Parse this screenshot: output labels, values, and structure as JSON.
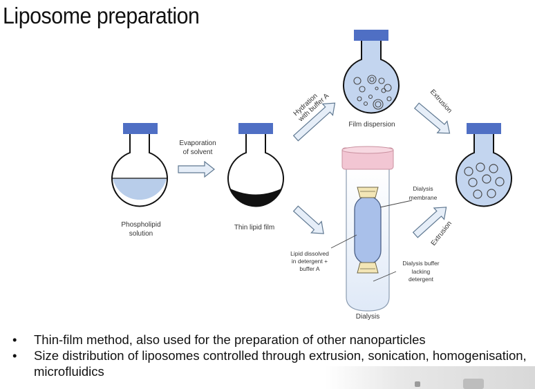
{
  "title": "Liposome preparation",
  "labels": {
    "phospholipid_line1": "Phospholipid",
    "phospholipid_line2": "solution",
    "evaporation_line1": "Evaporation",
    "evaporation_line2": "of solvent",
    "thin_film": "Thin lipid film",
    "hydration_line1": "Hydration",
    "hydration_line2": "with buffer A",
    "film_dispersion": "Film dispersion",
    "extrusion_top": "Extrusion",
    "extrusion_bottom": "Extrusion",
    "dialysis_membrane_line1": "Dialysis",
    "dialysis_membrane_line2": "membrane",
    "lipid_dissolved_line1": "Lipid dissolved",
    "lipid_dissolved_line2": "in detergent +",
    "lipid_dissolved_line3": "buffer A",
    "dialysis_buffer_line1": "Dialysis buffer",
    "dialysis_buffer_line2": "lacking",
    "dialysis_buffer_line3": "detergent",
    "dialysis": "Dialysis"
  },
  "bullets": [
    "Thin-film method, also used for the preparation of other nanoparticles",
    "Size distribution of liposomes controlled through extrusion, sonication, homogenisation, microfluidics"
  ],
  "bullet_symbol": "•",
  "colors": {
    "cap": "#4f6fc4",
    "solution": "#b8cdea",
    "arrow_fill": "#e6eef8",
    "arrow_stroke": "#5f7891",
    "film": "#111111",
    "tube_cap": "#f2c6d3",
    "membrane": "#a9c0ea"
  }
}
